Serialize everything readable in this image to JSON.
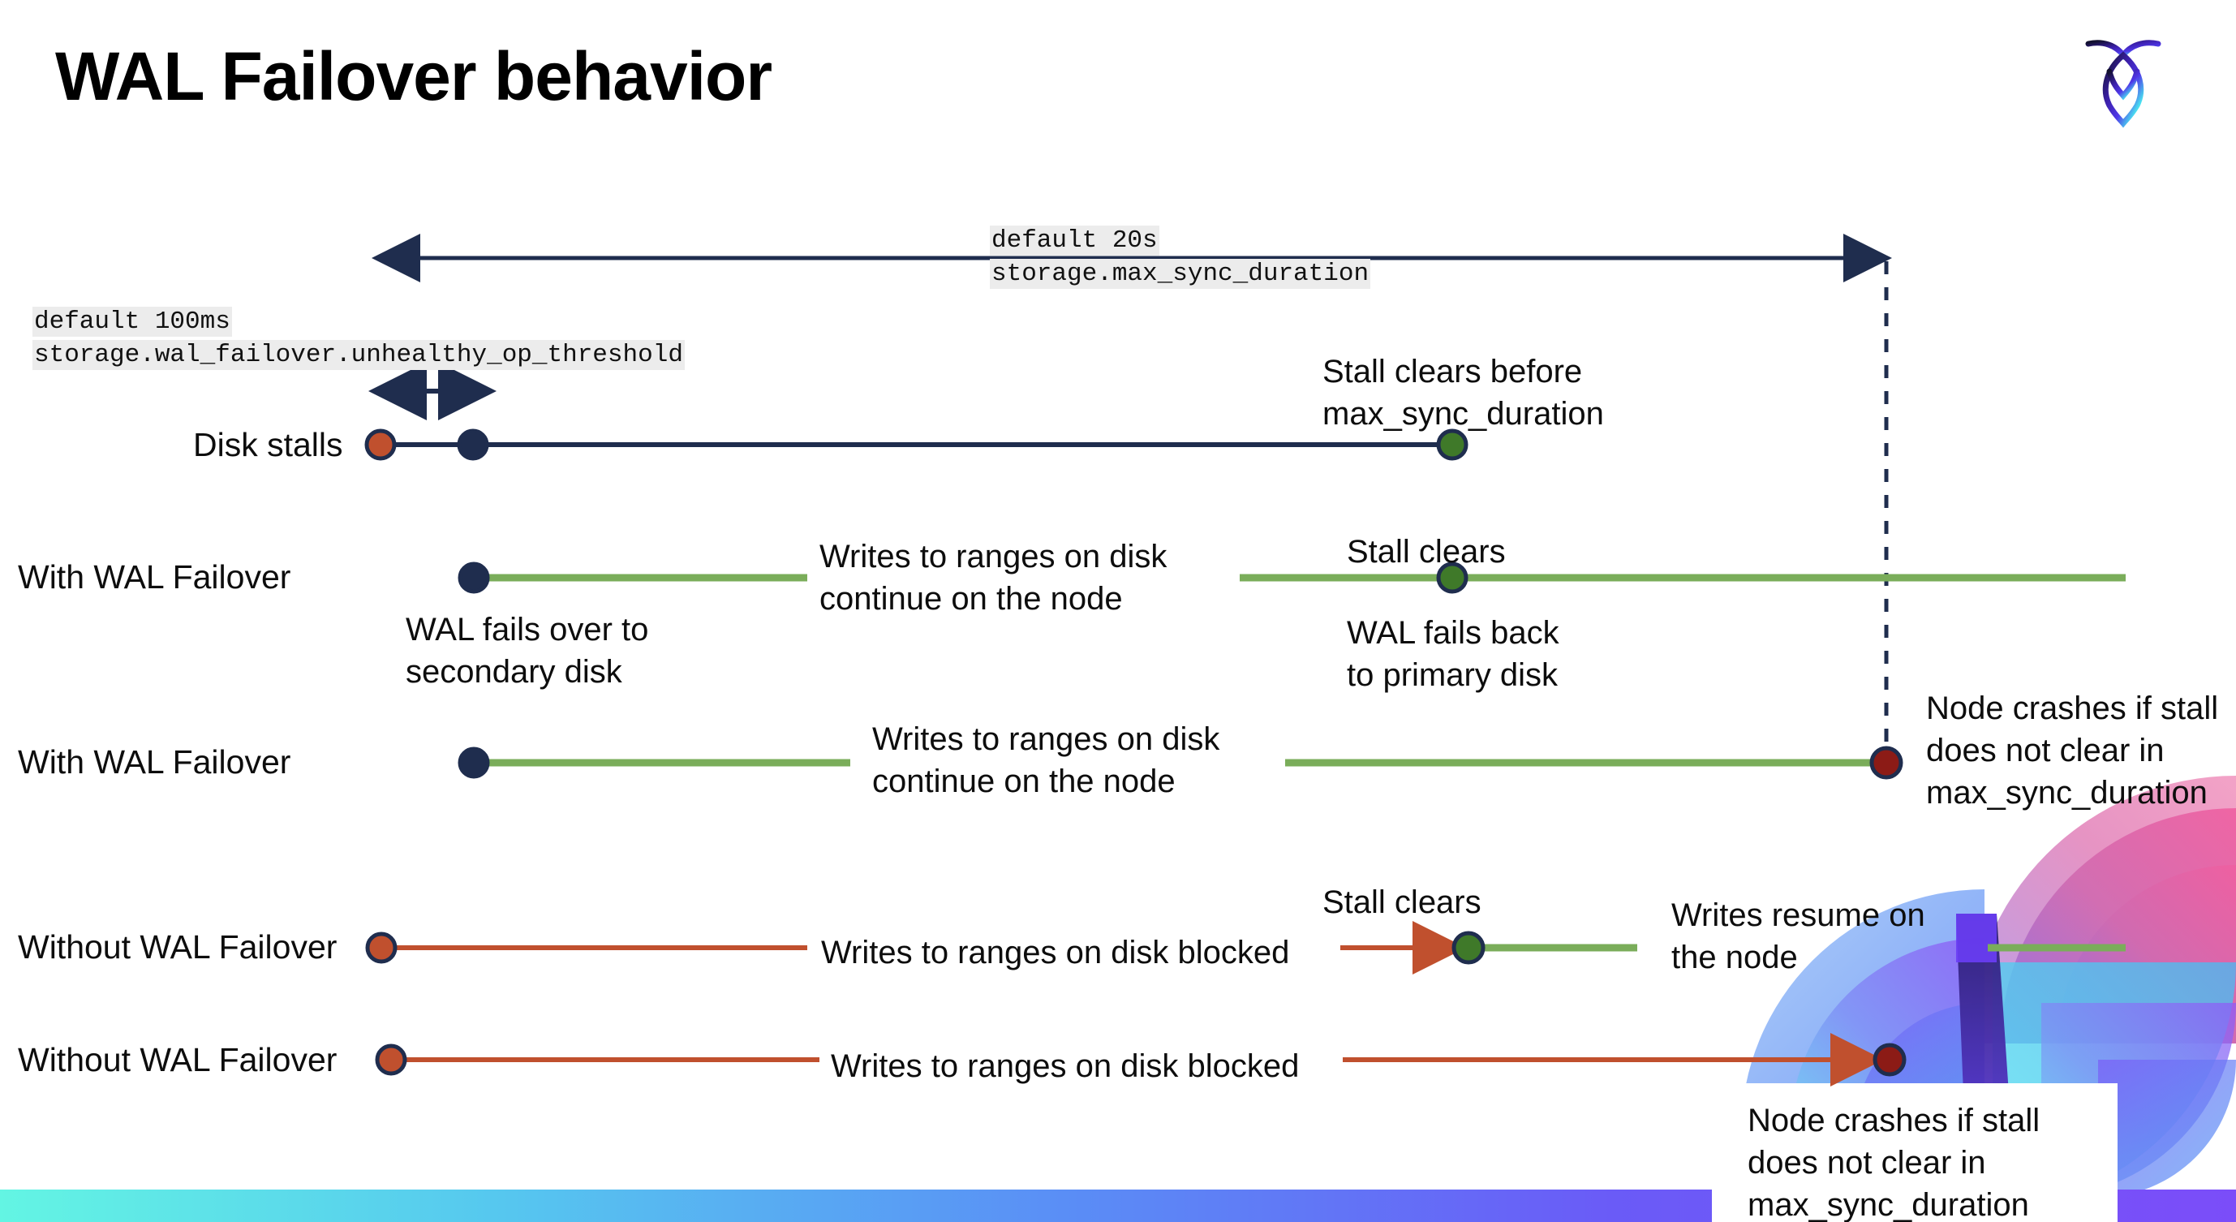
{
  "slide": {
    "title": "WAL Failover behavior",
    "logo_name": "cockroachdb-logo"
  },
  "settings_annotations": [
    {
      "id": "max-sync-duration",
      "default_line": "default 20s",
      "setting_line": "storage.max_sync_duration"
    },
    {
      "id": "unhealthy-op-threshold",
      "default_line": "default 100ms",
      "setting_line": "storage.wal_failover.unhealthy_op_threshold"
    }
  ],
  "rows": [
    {
      "id": "disk-stalls",
      "label": "Disk stalls"
    },
    {
      "id": "with-wal-failover-1",
      "label": "With WAL Failover"
    },
    {
      "id": "with-wal-failover-2",
      "label": "With WAL Failover"
    },
    {
      "id": "without-wal-failover-1",
      "label": "Without WAL Failover"
    },
    {
      "id": "without-wal-failover-2",
      "label": "Without WAL Failover"
    }
  ],
  "annotations": {
    "stall_clears_before": "Stall clears before\nmax_sync_duration",
    "stall_clears_before_l1": "Stall clears before",
    "stall_clears_before_l2": "max_sync_duration",
    "writes_continue_l1": "Writes to ranges on disk",
    "writes_continue_l2": "continue on the node",
    "stall_clears": "Stall clears",
    "wal_fails_over_l1": "WAL fails over to",
    "wal_fails_over_l2": "secondary disk",
    "wal_fails_back_l1": "WAL fails  back",
    "wal_fails_back_l2": "to primary disk",
    "node_crashes_l1": "Node crashes if stall",
    "node_crashes_l2": "does not clear in",
    "node_crashes_l3": "max_sync_duration",
    "writes_blocked": "Writes to ranges on disk  blocked",
    "writes_resume_l1": "Writes resume on",
    "writes_resume_l2": "the node"
  },
  "colors": {
    "navy": "#1f2d4e",
    "green_line": "#7aad5a",
    "green_dot": "#3f7929",
    "orange": "#c0502e",
    "dark_red": "#8c1b16",
    "code_bg": "#ececec",
    "gradient_start": "#63f5e3",
    "gradient_end": "#7b4df9"
  }
}
